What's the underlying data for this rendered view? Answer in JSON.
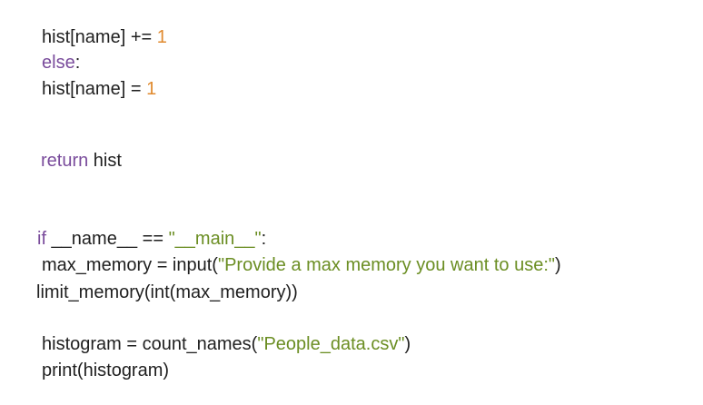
{
  "code": {
    "line1": {
      "a": "hist[name] += ",
      "b": "1"
    },
    "line2": {
      "a": "else",
      "b": ":"
    },
    "line3": {
      "a": "hist[name] = ",
      "b": "1"
    },
    "line4": {
      "a": "return",
      "b": " hist"
    },
    "line5": {
      "a": "if",
      "b": " __name__ == ",
      "c": "\"__main__\"",
      "d": ":"
    },
    "line6": {
      "a": "max_memory = input(",
      "b": "\"Provide a max memory you want to use:\"",
      "c": ")"
    },
    "line7": {
      "a": "limit_memory(int(max_memory))"
    },
    "line8": {
      "a": "histogram = count_names(",
      "b": "\"People_data.csv\"",
      "c": ")"
    },
    "line9": {
      "a": "print(histogram)"
    }
  },
  "colors": {
    "keyword": "#7a4c9c",
    "number": "#e08a2e",
    "string": "#6b8e23",
    "text": "#1f1f1f"
  }
}
